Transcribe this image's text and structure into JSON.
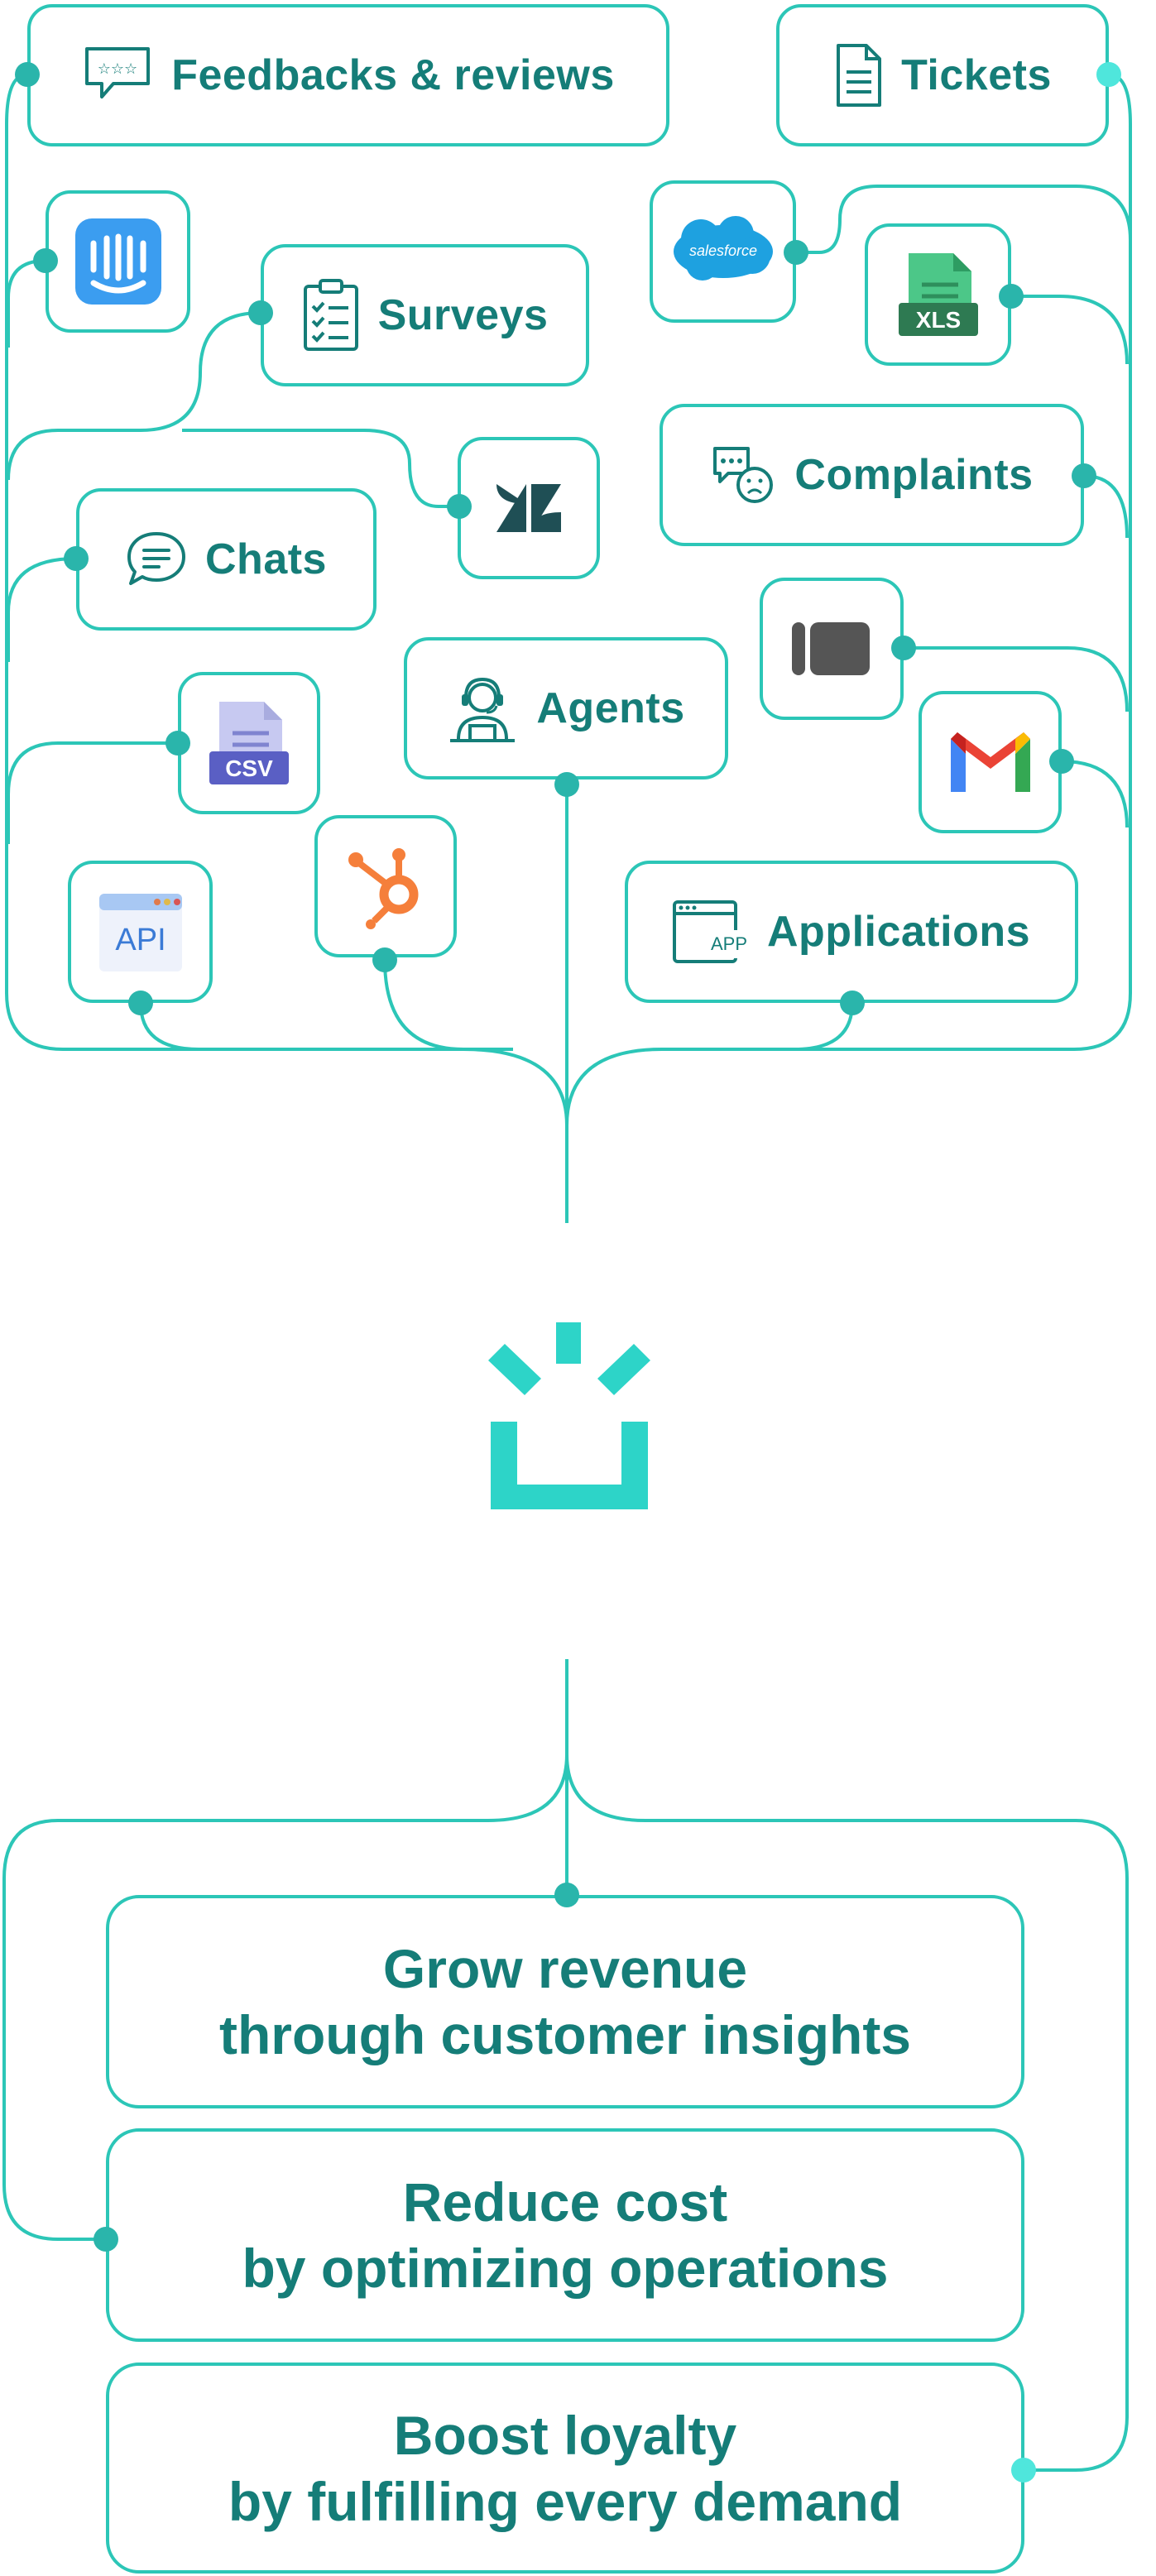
{
  "colors": {
    "line": "#2cc6b7",
    "dot": "#2ab5ab",
    "label": "#157d78",
    "logo": "#2dd4c8"
  },
  "sources": {
    "feedbacks": {
      "label": "Feedbacks & reviews",
      "icon": "feedback-stars-icon"
    },
    "tickets": {
      "label": "Tickets",
      "icon": "document-icon"
    },
    "intercom": {
      "icon": "intercom-icon"
    },
    "salesforce": {
      "icon": "salesforce-icon",
      "text": "salesforce"
    },
    "xls": {
      "icon": "xls-file-icon",
      "text": "XLS"
    },
    "surveys": {
      "label": "Surveys",
      "icon": "clipboard-checklist-icon"
    },
    "complaints": {
      "label": "Complaints",
      "icon": "chat-bubbles-sad-icon"
    },
    "zendesk": {
      "icon": "zendesk-icon"
    },
    "chats": {
      "label": "Chats",
      "icon": "chat-bubble-icon"
    },
    "intercom_alt": {
      "icon": "rounded-bar-icon"
    },
    "agents": {
      "label": "Agents",
      "icon": "headset-agent-icon"
    },
    "csv": {
      "icon": "csv-file-icon",
      "text": "CSV"
    },
    "gmail": {
      "icon": "gmail-icon"
    },
    "hubspot": {
      "icon": "hubspot-icon"
    },
    "api": {
      "icon": "api-window-icon",
      "text": "API"
    },
    "applications": {
      "label": "Applications",
      "icon": "app-window-icon",
      "icon_text": "APP"
    }
  },
  "hub": {
    "icon": "brand-logo-icon"
  },
  "outcomes": [
    {
      "line1": "Grow revenue",
      "line2": "through customer insights"
    },
    {
      "line1": "Reduce cost",
      "line2": "by optimizing operations"
    },
    {
      "line1": "Boost loyalty",
      "line2": "by fulfilling every demand"
    }
  ]
}
